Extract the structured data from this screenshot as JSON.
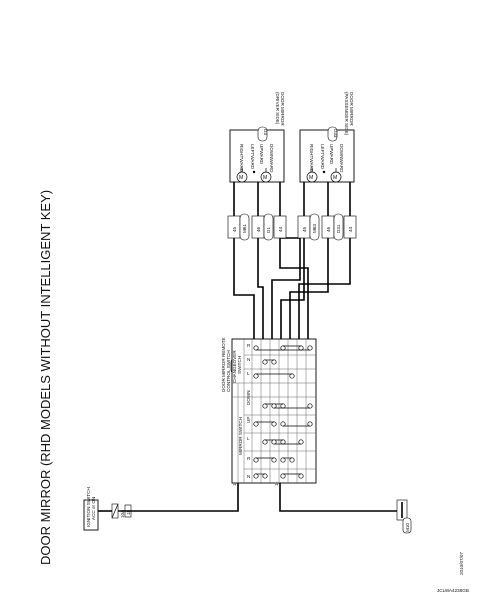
{
  "title": "DOOR MIRROR (RHD MODELS WITHOUT INTELLIGENT KEY)",
  "footer": {
    "date": "2010/07/07",
    "code": "JCLWA4238GB"
  },
  "ignition": {
    "label_line1": "IGNITION SWITCH",
    "label_line2": "ACC or ON",
    "fuse_amp": "10A",
    "fuse_no": "18"
  },
  "switch": {
    "label_line1": "DOOR MIRROR REMOTE",
    "label_line2": "CONTROL SWITCH",
    "connector": "M7",
    "mirror_switch_label": "MIRROR SWITCH",
    "changeover_label_1": "CHANGEOVER",
    "changeover_label_2": "SWITCH",
    "mirror_cols": [
      "N",
      "R",
      "L",
      "UP",
      "DOWN"
    ],
    "changeover_cols": [
      "L",
      "N",
      "R"
    ],
    "pin_power": "13",
    "pin_ground": "12"
  },
  "ground": {
    "connector": "M10"
  },
  "driver_mirror": {
    "label_line1": "DOOR MIRROR",
    "label_line2": "(DRIVER SIDE)",
    "connector": "D3",
    "functions": [
      "RIGHTWARD",
      "LEFTWARD",
      "UPWARD",
      "DOWNWARD"
    ],
    "joint_connector": "M61",
    "joint_pins": [
      "45",
      "46",
      "44"
    ],
    "joint_side": "D1",
    "motor_label": "M"
  },
  "passenger_mirror": {
    "label_line1": "DOOR MIRROR",
    "label_line2": "(PASSENGER SIDE)",
    "connector": "D33",
    "functions": [
      "RIGHTWARD",
      "LEFTWARD",
      "UPWARD",
      "DOWNWARD"
    ],
    "joint_connector": "M63",
    "joint_pins": [
      "45",
      "46",
      "44"
    ],
    "joint_side": "D31",
    "motor_label": "M"
  }
}
